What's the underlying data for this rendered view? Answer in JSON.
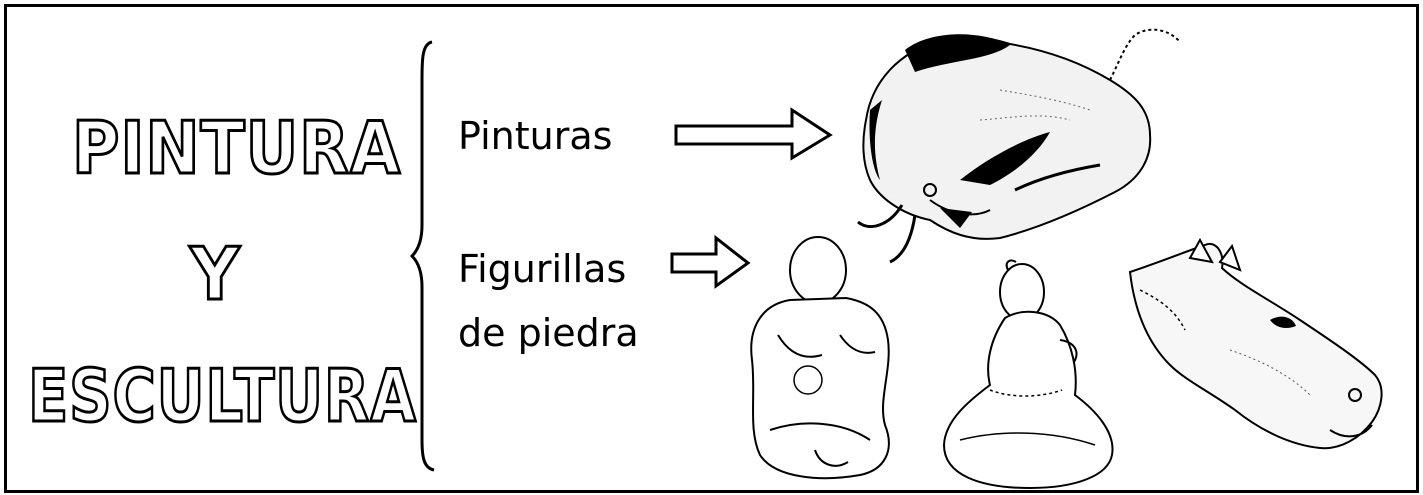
{
  "title": {
    "line1": "PINTURA",
    "line2": "Y",
    "line3": "ESCULTURA"
  },
  "branches": [
    {
      "label": "Pinturas"
    },
    {
      "label_line1": "Figurillas",
      "label_line2": "de piedra"
    }
  ],
  "illustrations": [
    {
      "icon": "bison-cave-painting-icon"
    },
    {
      "icon": "seated-venus-figurine-icon"
    },
    {
      "icon": "kneeling-figurine-icon"
    },
    {
      "icon": "horse-head-sculpture-icon"
    }
  ]
}
